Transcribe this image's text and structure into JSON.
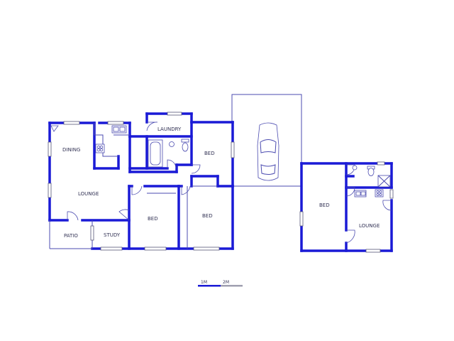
{
  "rooms": {
    "dining": "DINING",
    "laundry": "LAUNDRY",
    "bed_1": "BED",
    "lounge": "LOUNGE",
    "bed_2": "BED",
    "bed_3": "BED",
    "patio": "PATIO",
    "study": "STUDY",
    "cottage_bed": "BED",
    "cottage_lounge": "LOUNGE"
  },
  "scale": {
    "first": "1M",
    "second": "2M"
  },
  "colors": {
    "wall": "#1a1ad6",
    "thin": "#4b4bb0",
    "background": "#ffffff"
  },
  "icons": [
    "car-icon",
    "door-swing-icon",
    "toilet-icon",
    "bath-icon",
    "sink-icon",
    "stove-icon",
    "window-icon"
  ]
}
